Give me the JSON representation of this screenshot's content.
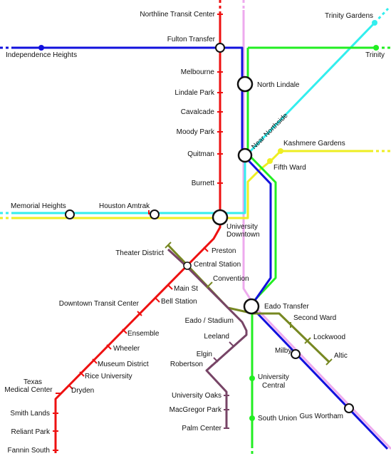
{
  "map": {
    "colors": {
      "red": "#ee1111",
      "blue": "#1111dd",
      "green": "#22ee22",
      "cyan": "#33eeee",
      "yellow": "#eeee22",
      "pink": "#eeaaee",
      "olive": "#778822",
      "purple": "#774466"
    },
    "stations": {
      "northline_transit_center": "Northline Transit Center",
      "fulton_transfer": "Fulton Transfer",
      "independence_heights": "Independence Heights",
      "melbourne": "Melbourne",
      "lindale_park": "Lindale Park",
      "cavalcade": "Cavalcade",
      "moody_park": "Moody Park",
      "quitman": "Quitman",
      "burnett": "Burnett",
      "trinity_gardens": "Trinity Gardens",
      "trinity": "Trinity",
      "north_lindale": "North Lindale",
      "near_northside": "Near Northside",
      "kashmere_gardens": "Kashmere Gardens",
      "fifth_ward": "Fifth Ward",
      "memorial_heights": "Memorial Heights",
      "houston_amtrak": "Houston Amtrak",
      "university_downtown_1": "University",
      "university_downtown_2": "Downtown",
      "theater_district": "Theater District",
      "preston": "Preston",
      "central_station": "Central Station",
      "convention": "Convention",
      "main_st": "Main St",
      "downtown_transit_center": "Downtown Transit Center",
      "bell_station": "Bell Station",
      "eado_transfer": "Eado Transfer",
      "second_ward": "Second Ward",
      "eado_stadium": "Eado / Stadium",
      "leeland": "Leeland",
      "lockwood": "Lockwood",
      "ensemble": "Ensemble",
      "wheeler": "Wheeler",
      "milby": "Milby",
      "altic": "Altic",
      "elgin": "Elgin",
      "robertson": "Robertson",
      "museum_district": "Museum District",
      "rice_university": "Rice University",
      "texas_medical_center_1": "Texas",
      "texas_medical_center_2": "Medical Center",
      "dryden": "Dryden",
      "university_central_1": "University",
      "university_central_2": "Central",
      "university_oaks": "University Oaks",
      "smith_lands": "Smith Lands",
      "south_union": "South Union",
      "gus_wortham": "Gus Wortham",
      "macgregor_park": "MacGregor Park",
      "reliant_park": "Reliant Park",
      "palm_center": "Palm Center",
      "fannin_south": "Fannin South"
    }
  }
}
